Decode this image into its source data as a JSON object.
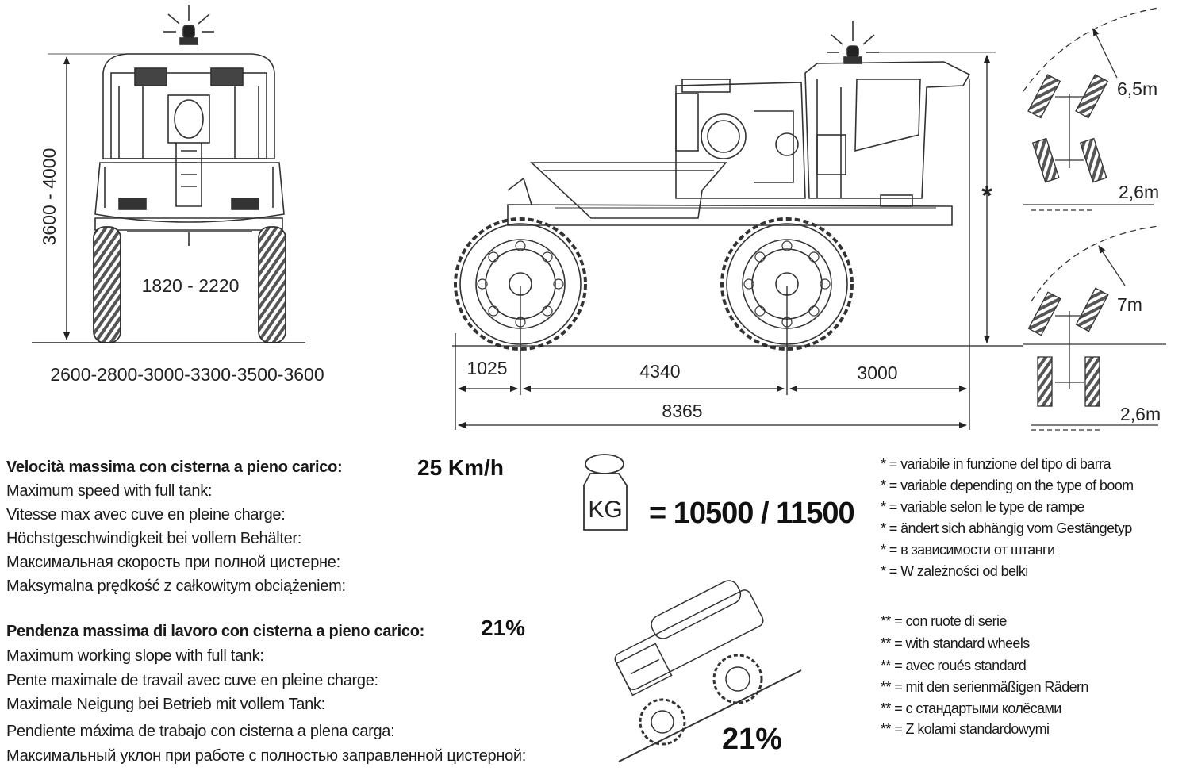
{
  "front_view": {
    "height_dim": "3600 - 4000",
    "track_dim": "1820  -  2220",
    "width_options": "2600-2800-3000-3300-3500-3600"
  },
  "side_view": {
    "front_overhang": "1025",
    "wheelbase": "4340",
    "rear_overhang": "3000",
    "total_length": "8365",
    "height_marker": "*"
  },
  "turning": {
    "radius_top": "6,5m",
    "width_top": "2,6m",
    "radius_bottom": "7m",
    "width_bottom": "2,6m"
  },
  "speed": {
    "lines": [
      "Velocità massima con cisterna a pieno carico:",
      "Maximum speed with full tank:",
      "Vitesse max avec cuve en pleine charge:",
      "Höchstgeschwindigkeit bei vollem Behälter:",
      "Максимальная скорость при полной цистерне:",
      "Maksymalna prędkość z całkowitym obciążeniem:"
    ],
    "value": "25 Km/h"
  },
  "weight": {
    "unit_label": "KG",
    "value": "= 10500 / 11500"
  },
  "slope": {
    "lines": [
      "Pendenza massima di lavoro con cisterna a pieno carico:",
      "Maximum working slope with full tank:",
      "Pente maximale de travail avec cuve en pleine charge:",
      "Maximale Neigung bei Betrieb mit vollem Tank:",
      "Pendiente máxima de trabajo con cisterna a plena carga:",
      "Максимальный уклон при работе с полностью заправленной цистерной:"
    ],
    "value": "21%",
    "illustration_value": "21%"
  },
  "boom_notes": [
    "* = variabile in funzione del tipo di barra",
    "* = variable depending on the type of boom",
    "* = variable selon le type de rampe",
    "* = ändert sich abhängig vom Gestängetyp",
    "* = в зависимости от штанги",
    "* = W zależności od belki"
  ],
  "wheel_notes": [
    "** = con ruote di serie",
    "** = with standard wheels",
    "** = avec roués standard",
    "** = mit den serienmäßigen Rädern",
    "** = с стандартыми колёсами",
    "** = Z kolami standardowymi"
  ]
}
